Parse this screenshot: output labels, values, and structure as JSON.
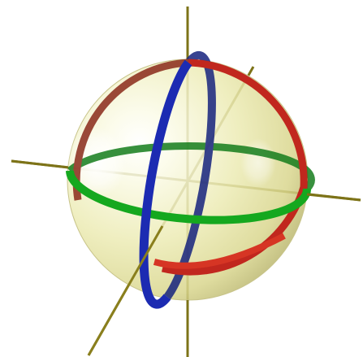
{
  "scene": {
    "background": "#ffffff",
    "sphere_color": "#ecebb4",
    "axis_color": "#7d7318",
    "rings": [
      {
        "name": "red-ring",
        "color": "#c1271e"
      },
      {
        "name": "green-ring",
        "color": "#15a81f"
      },
      {
        "name": "blue-ring",
        "color": "#1c2bb2"
      }
    ]
  }
}
